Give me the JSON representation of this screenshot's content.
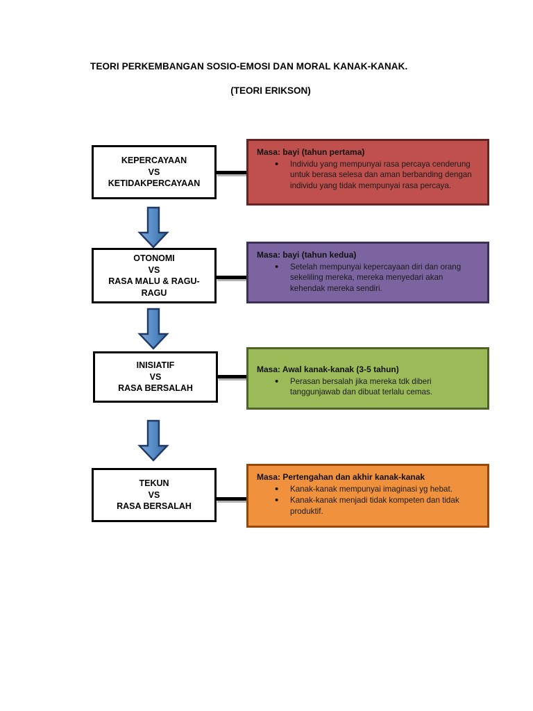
{
  "document": {
    "title_line1": "TEORI PERKEMBANGAN SOSIO-EMOSI DAN MORAL KANAK-KANAK.",
    "title_line2": "(TEORI ERIKSON)"
  },
  "colors": {
    "stage1_fill": "#C0504D",
    "stage1_border": "#632523",
    "stage2_fill": "#7B64A0",
    "stage2_border": "#3A3055",
    "stage3_fill": "#9BBB59",
    "stage3_border": "#4F6228",
    "stage4_fill": "#F0913E",
    "stage4_border": "#974806",
    "arrow_fill_light": "#6C9BD2",
    "arrow_fill_dark": "#3C6FA8",
    "arrow_border": "#1F3864",
    "box_border": "#000000",
    "box_fill": "#FFFFFF",
    "connector": "#000000",
    "connector_shadow": "#B3B3B3"
  },
  "stages": [
    {
      "id": "kepercayaan",
      "stage_lines": [
        "KEPERCAYAAN",
        "VS",
        "KETIDAKPERCAYAAN"
      ],
      "desc_heading": "Masa: bayi (tahun pertama)",
      "desc_bullets": [
        "Individu yang mempunyai rasa percaya cenderung untuk berasa selesa dan aman berbanding dengan individu yang tidak mempunyai rasa percaya."
      ]
    },
    {
      "id": "otonomi",
      "stage_lines": [
        "OTONOMI",
        "VS",
        "RASA MALU & RAGU-RAGU"
      ],
      "desc_heading": "Masa: bayi (tahun kedua)",
      "desc_bullets": [
        "Setelah mempunyai kepercayaan diri dan orang sekeliling mereka, mereka menyedari akan kehendak mereka sendiri."
      ]
    },
    {
      "id": "inisiatif",
      "stage_lines": [
        "INISIATIF",
        "VS",
        "RASA BERSALAH"
      ],
      "desc_heading": "Masa: Awal kanak-kanak (3-5 tahun)",
      "desc_bullets": [
        "Perasan bersalah jika mereka tdk diberi tanggunjawab dan dibuat terlalu cemas."
      ]
    },
    {
      "id": "tekun",
      "stage_lines": [
        "TEKUN",
        "VS",
        "RASA BERSALAH"
      ],
      "desc_heading": "Masa: Pertengahan dan akhir kanak-kanak",
      "desc_bullets": [
        "Kanak-kanak mempunyai imaginasi yg hebat.",
        "Kanak-kanak menjadi tidak kompeten dan tidak produktif."
      ]
    }
  ],
  "arrows": [
    {
      "name": "arrow-stage1-to-stage2"
    },
    {
      "name": "arrow-stage2-to-stage3"
    },
    {
      "name": "arrow-stage3-to-stage4"
    }
  ]
}
